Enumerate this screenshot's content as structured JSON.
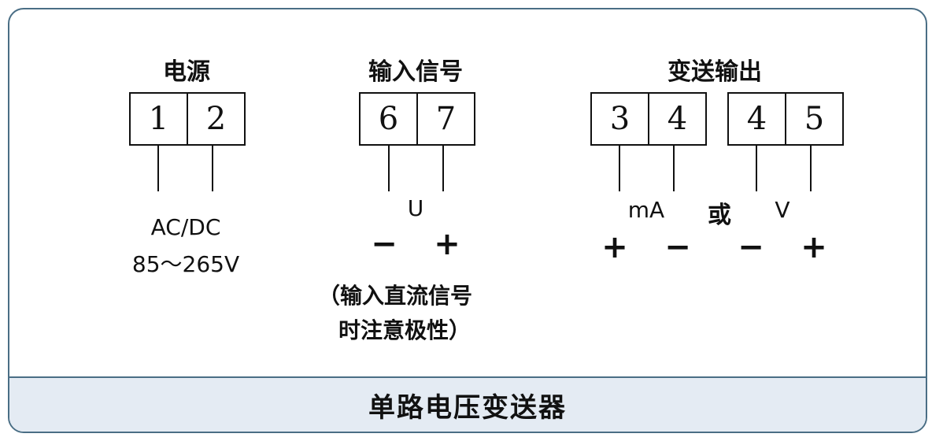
{
  "power": {
    "heading": "电源",
    "terminals": [
      "1",
      "2"
    ],
    "label_line1": "AC/DC",
    "label_line2": "85～265V"
  },
  "input": {
    "heading": "输入信号",
    "terminals": [
      "6",
      "7"
    ],
    "unit": "U",
    "minus": "−",
    "plus": "+",
    "note_line1": "（输入直流信号",
    "note_line2": "时注意极性）"
  },
  "output": {
    "heading": "变送输出",
    "current_terminals": [
      "3",
      "4"
    ],
    "voltage_terminals": [
      "4",
      "5"
    ],
    "current_unit": "mA",
    "voltage_unit": "V",
    "or_text": "或",
    "current_signs": [
      "+",
      "−"
    ],
    "voltage_signs": [
      "−",
      "+"
    ]
  },
  "footer": {
    "title": "单路电压变送器"
  },
  "colors": {
    "frame": "#4a6e85",
    "footer_bg": "#e4ebf3"
  }
}
